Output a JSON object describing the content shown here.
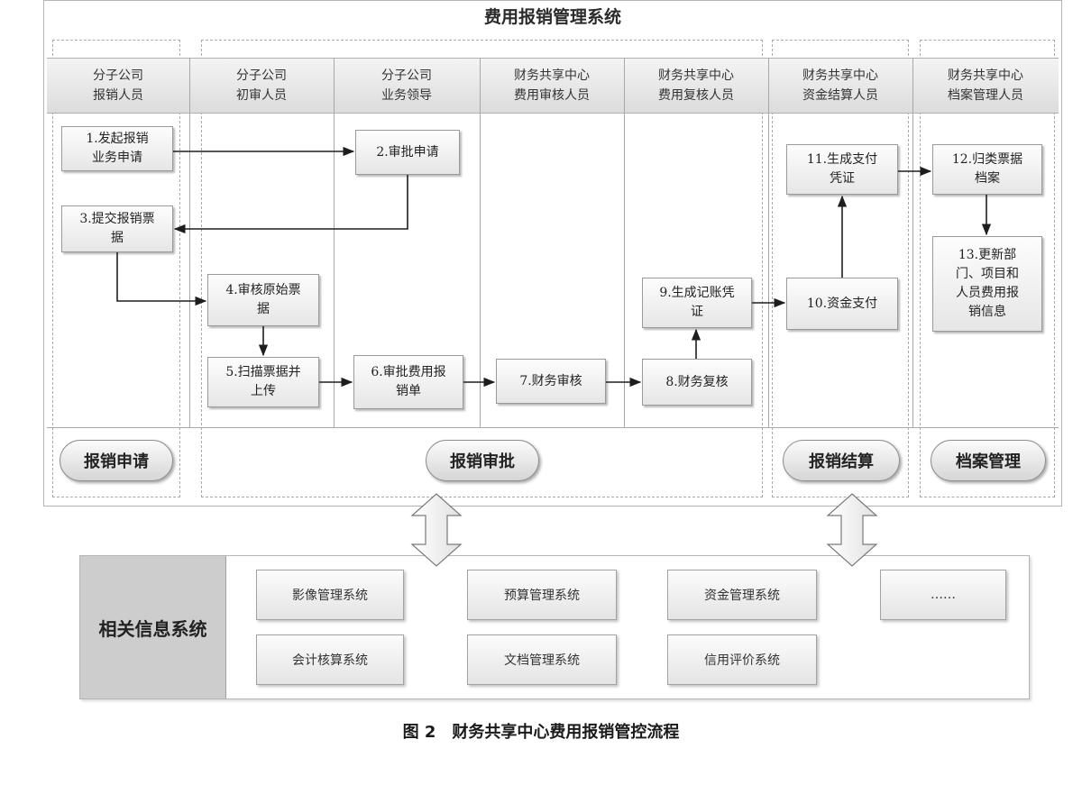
{
  "title": "费用报销管理系统",
  "lanes": [
    {
      "line1": "分子公司",
      "line2": "报销人员"
    },
    {
      "line1": "分子公司",
      "line2": "初审人员"
    },
    {
      "line1": "分子公司",
      "line2": "业务领导"
    },
    {
      "line1": "财务共享中心",
      "line2": "费用审核人员"
    },
    {
      "line1": "财务共享中心",
      "line2": "费用复核人员"
    },
    {
      "line1": "财务共享中心",
      "line2": "资金结算人员"
    },
    {
      "line1": "财务共享中心",
      "line2": "档案管理人员"
    }
  ],
  "steps": {
    "s1": [
      "1.发起报销",
      "业务申请"
    ],
    "s2": [
      "2.审批申请"
    ],
    "s3": [
      "3.提交报销票",
      "据"
    ],
    "s4": [
      "4.审核原始票",
      "据"
    ],
    "s5": [
      "5.扫描票据并",
      "上传"
    ],
    "s6": [
      "6.审批费用报",
      "销单"
    ],
    "s7": [
      "7.财务审核"
    ],
    "s8": [
      "8.财务复核"
    ],
    "s9": [
      "9.生成记账凭",
      "证"
    ],
    "s10": [
      "10.资金支付"
    ],
    "s11": [
      "11.生成支付",
      "凭证"
    ],
    "s12": [
      "12.归类票据",
      "档案"
    ],
    "s13": [
      "13.更新部",
      "门、项目和",
      "人员费用报",
      "销信息"
    ]
  },
  "phases": {
    "apply": "报销申请",
    "approve": "报销审批",
    "settle": "报销结算",
    "archive": "档案管理"
  },
  "related": {
    "label": "相关信息系统",
    "systems": [
      "影像管理系统",
      "预算管理系统",
      "资金管理系统",
      "……",
      "会计核算系统",
      "文档管理系统",
      "信用评价系统"
    ]
  },
  "caption": "图 2　财务共享中心费用报销管控流程"
}
